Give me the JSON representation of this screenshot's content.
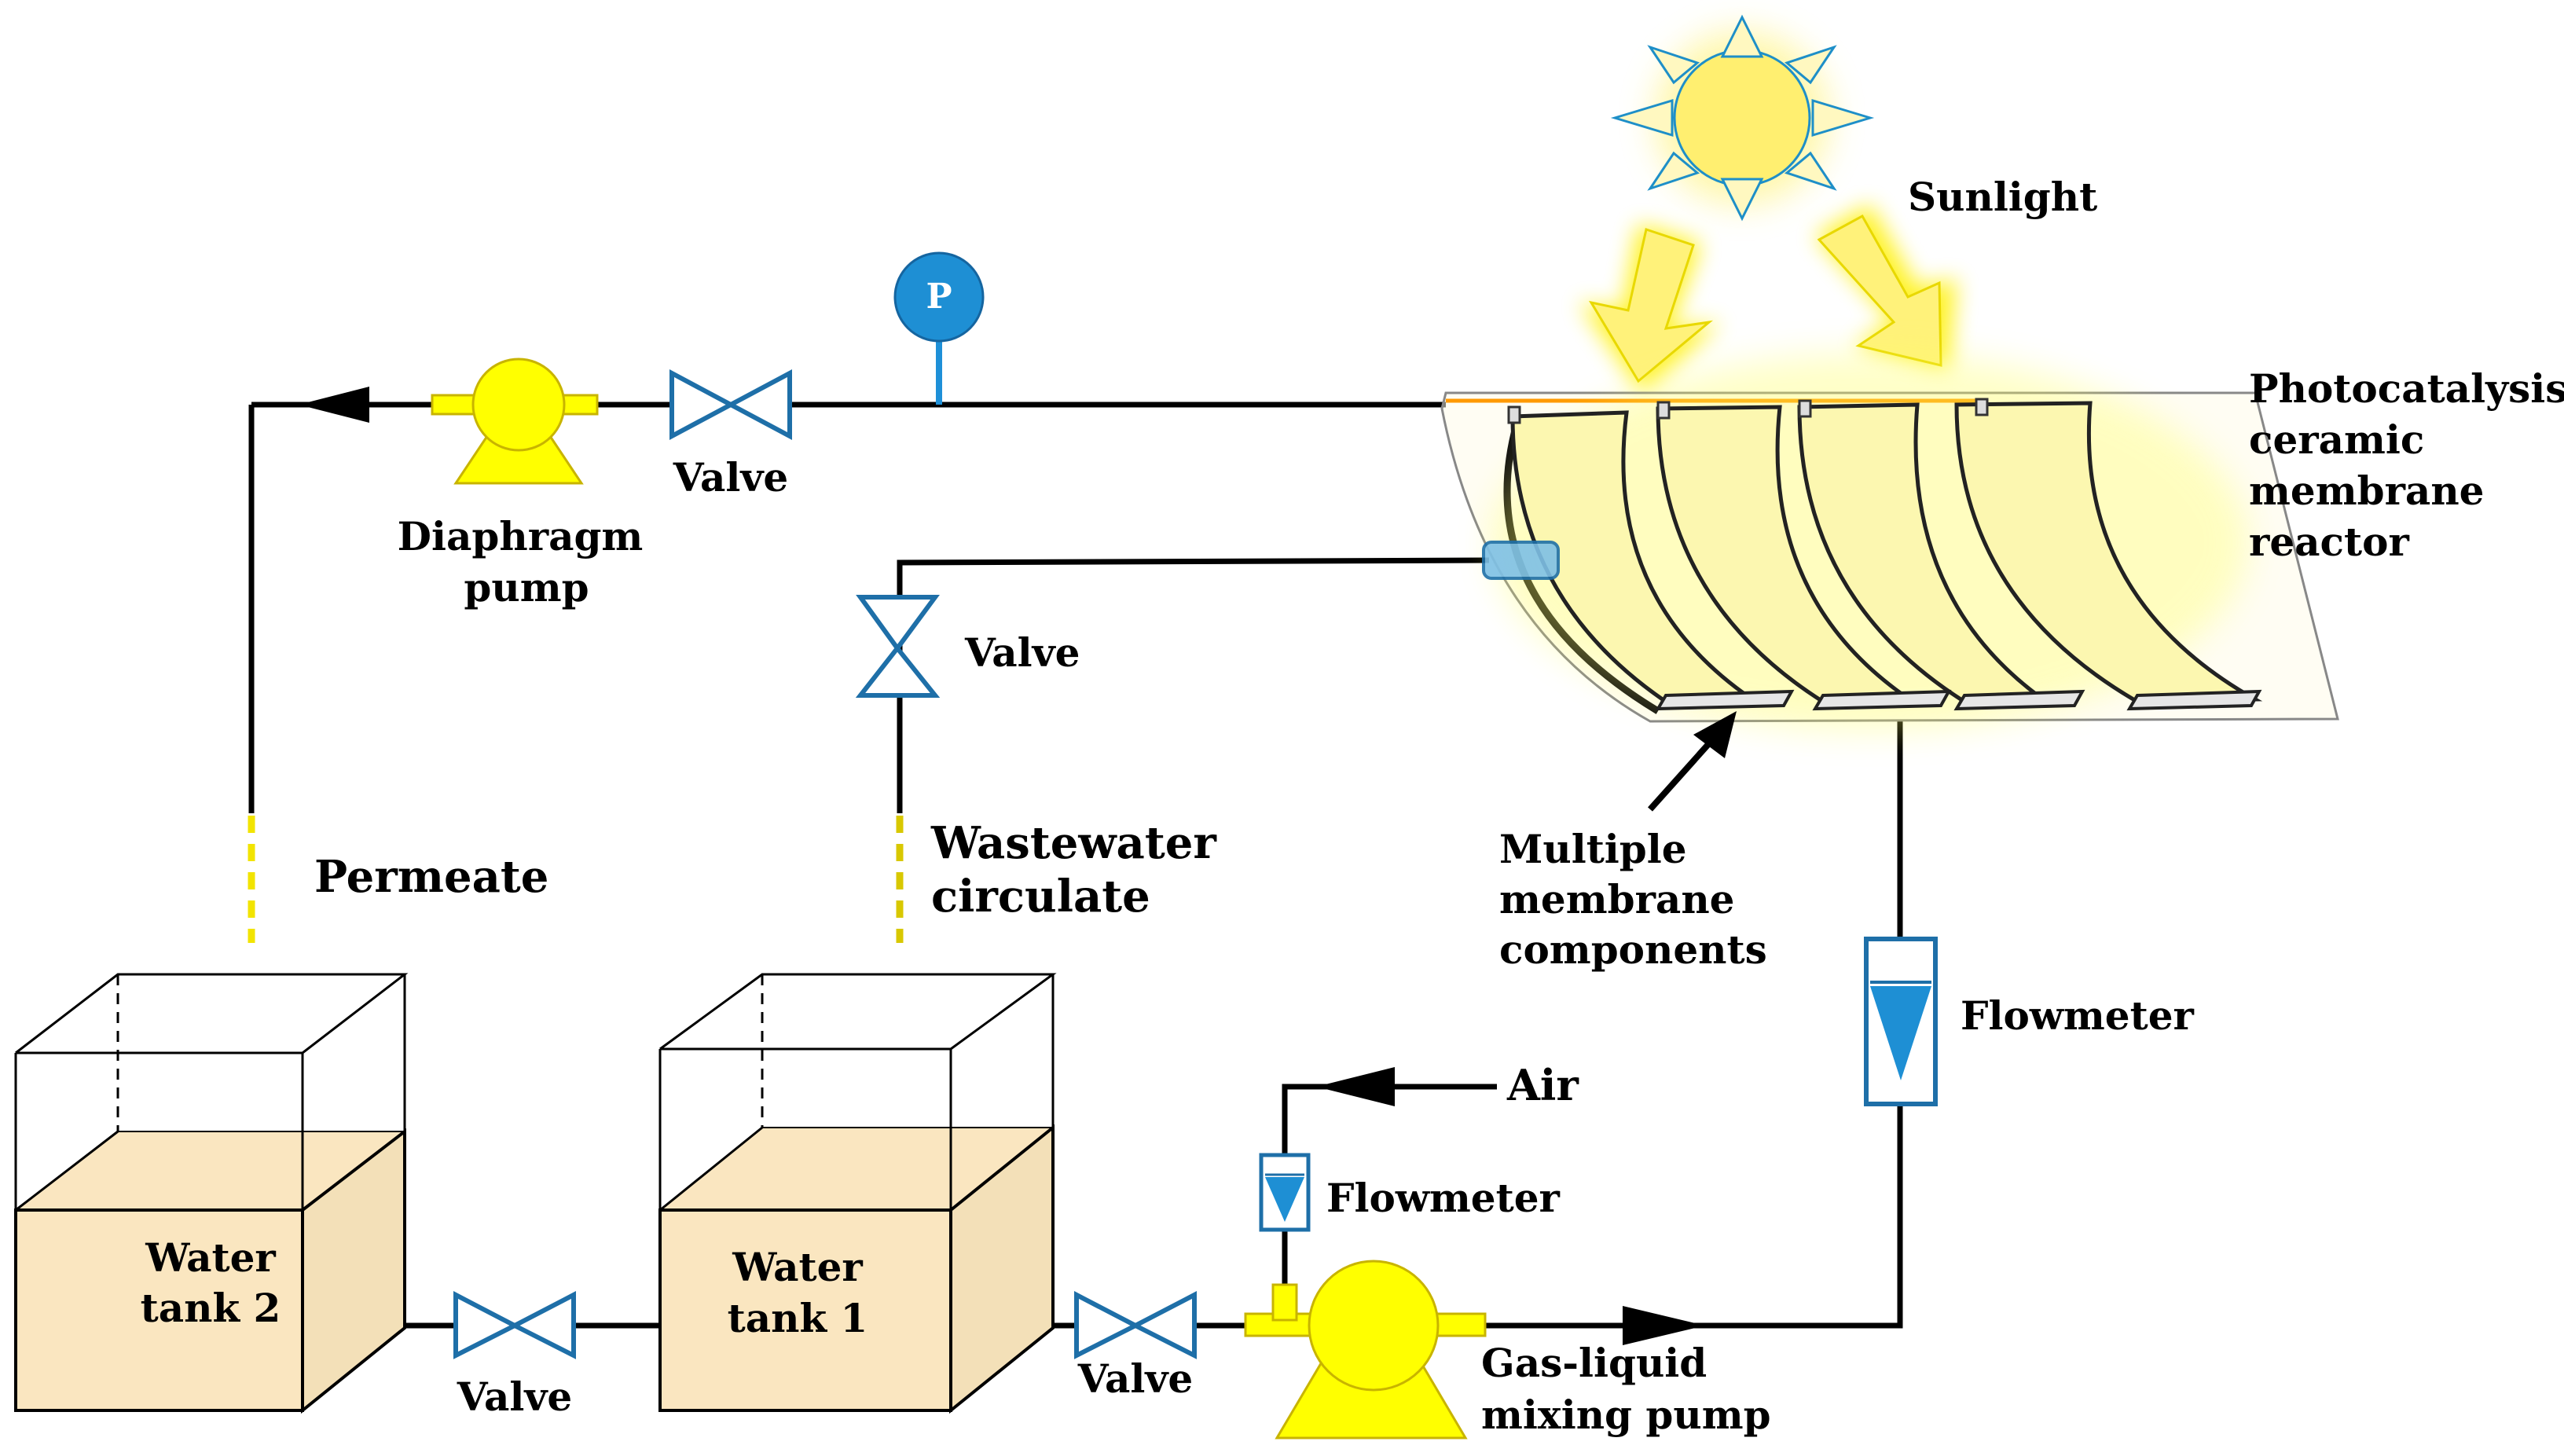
{
  "labels": {
    "sunlight": "Sunlight",
    "reactor": [
      "Photocatalysis",
      "ceramic",
      "membrane",
      "reactor"
    ],
    "membrane_components": [
      "Multiple",
      "membrane",
      "components"
    ],
    "diaphragm_pump": [
      "Diaphragm",
      "pump"
    ],
    "valve_top": "Valve",
    "valve_mid": "Valve",
    "valve_tank": "Valve",
    "valve_pump": "Valve",
    "permeate": "Permeate",
    "wastewater": [
      "Wastewater",
      "circulate"
    ],
    "flowmeter_right": "Flowmeter",
    "flowmeter_air": "Flowmeter",
    "air": "Air",
    "gas_liquid_pump": [
      "Gas-liquid",
      "mixing pump"
    ],
    "water_tank_2": [
      "Water",
      "tank 2"
    ],
    "water_tank_1": [
      "Water",
      "tank 1"
    ],
    "pressure_gauge": "P"
  },
  "colors": {
    "pump_yellow": "#ffff00",
    "valve_blue": "#1e6fa8",
    "gauge_blue": "#1e90d8",
    "water_fill": "#fae6c0",
    "membrane_yellow": "#fcf7b0",
    "sun_yellow": "#fff27a",
    "pipe_black": "#000000"
  }
}
